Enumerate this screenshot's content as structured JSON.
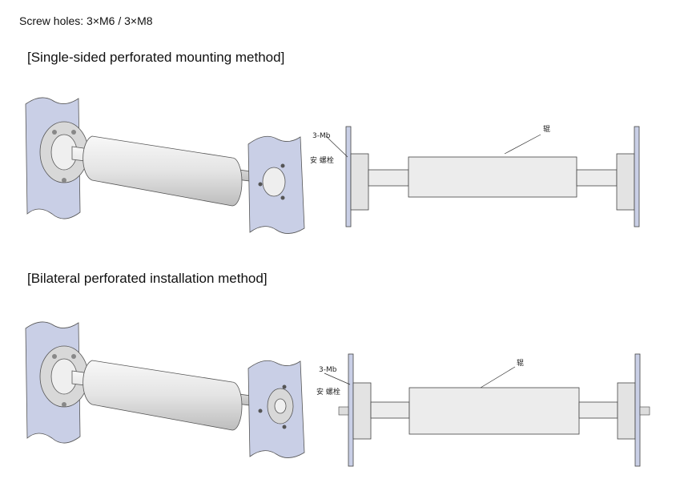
{
  "screw_holes": "Screw holes: 3×M6 / 3×M8",
  "section1": {
    "heading": "[Single-sided perforated mounting method]",
    "drawing": {
      "label_screws": "3-Mb",
      "label_roller": "辊",
      "label_install": "安 螺栓"
    }
  },
  "section2": {
    "heading": "[Bilateral perforated installation method]",
    "drawing": {
      "label_screws": "3-Mb",
      "label_roller": "辊",
      "label_install": "安 螺栓"
    }
  },
  "colors": {
    "plate": "#c9cfe6",
    "roller": "#ececec",
    "outline": "#555555"
  }
}
